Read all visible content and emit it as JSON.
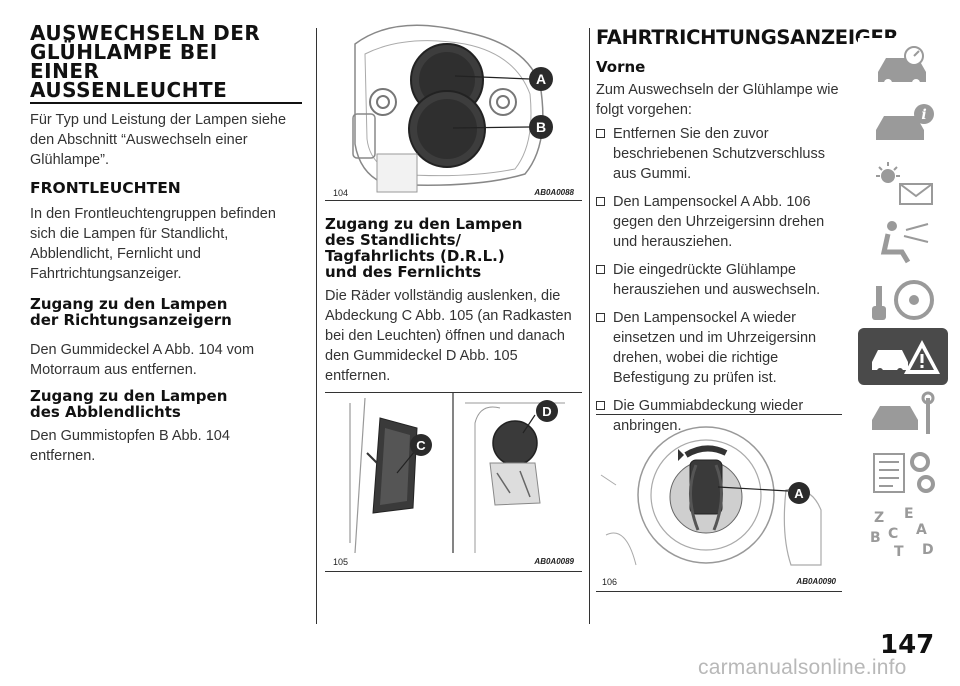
{
  "col1": {
    "title_lines": [
      "AUSWECHSELN DER",
      "GLÜHLAMPE BEI",
      "EINER",
      "AUSSENLEUCHTE"
    ],
    "intro": "Für Typ und Leistung der Lampen siehe den Abschnitt “Auswechseln einer Glühlampe”.",
    "section_heading": "FRONTLEUCHTEN",
    "section_text": "In den Frontleuchtengruppen befinden sich die Lampen für Standlicht, Abblendlicht, Fernlicht und Fahrtrichtungsanzeiger.",
    "sub1_heading_lines": [
      "Zugang zu den Lampen",
      "der Richtungsanzeigern"
    ],
    "sub1_text": "Den Gummideckel A Abb. 104 vom Motorraum aus entfernen.",
    "sub2_heading_lines": [
      "Zugang zu den Lampen",
      "des Abblendlichts"
    ],
    "sub2_text": "Den Gummistopfen B Abb. 104 entfernen."
  },
  "col2": {
    "fig104": {
      "num": "104",
      "code": "AB0A0088",
      "label_a": "A",
      "label_b": "B"
    },
    "heading_lines": [
      "Zugang zu den Lampen",
      "des Standlichts/",
      "Tagfahrlichts (D.R.L.)",
      "und des Fernlichts"
    ],
    "text": "Die Räder vollständig auslenken, die Abdeckung C Abb. 105 (an Radkasten bei den Leuchten) öffnen und danach den Gummideckel D Abb. 105 entfernen.",
    "fig105": {
      "num": "105",
      "code": "AB0A0089",
      "label_c": "C",
      "label_d": "D"
    }
  },
  "col3": {
    "heading": "FAHRTRICHTUNGSANZEIGER",
    "subheading": "Vorne",
    "intro": "Zum Auswechseln der Glühlampe wie folgt vorgehen:",
    "steps": [
      "Entfernen Sie den zuvor beschriebenen Schutzverschluss aus Gummi.",
      "Den Lampensockel A Abb. 106 gegen den Uhrzeigersinn drehen und herausziehen.",
      "Die eingedrückte Glühlampe herausziehen und auswechseln.",
      "Den Lampensockel A wieder einsetzen und im Uhrzeigersinn drehen, wobei die richtige Befestigung zu prüfen ist.",
      "Die Gummiabdeckung wieder anbringen."
    ],
    "fig106": {
      "num": "106",
      "code": "AB0A0090",
      "label_a": "A"
    }
  },
  "sidebar": {
    "tabs": [
      {
        "icon": "car-dashboard-icon",
        "active": false
      },
      {
        "icon": "car-info-icon",
        "active": false
      },
      {
        "icon": "warning-light-envelope-icon",
        "active": false
      },
      {
        "icon": "airbag-seat-icon",
        "active": false
      },
      {
        "icon": "driving-steering-wheel-icon",
        "active": false
      },
      {
        "icon": "emergency-car-warning-icon",
        "active": true
      },
      {
        "icon": "car-maintenance-wrench-icon",
        "active": false
      },
      {
        "icon": "technical-data-gear-icon",
        "active": false
      },
      {
        "icon": "index-letters-icon",
        "active": false
      }
    ],
    "index_letters": [
      "Z",
      "E",
      "A",
      "B",
      "C",
      "D",
      "T"
    ]
  },
  "page_number": "147",
  "watermark": "carmanualsonline.info",
  "colors": {
    "accent": "#4a4a4a",
    "icon_gray": "#9a9a9a",
    "text": "#333333"
  }
}
